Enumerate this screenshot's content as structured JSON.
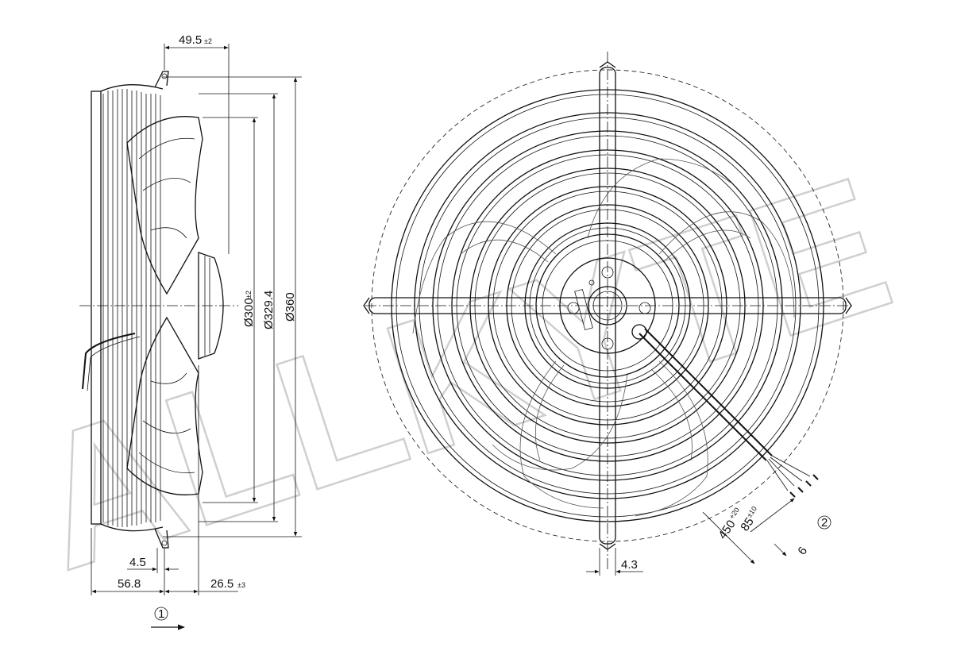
{
  "dimensions": {
    "top_offset": "49.5",
    "top_offset_tol": "±2",
    "dia_300": "Ø300",
    "dia_300_tol": "±2",
    "dia_329": "Ø329.4",
    "dia_360": "Ø360",
    "bottom_45": "4.5",
    "bottom_568": "56.8",
    "bottom_265": "26.5",
    "bottom_265_tol": "±3",
    "front_43": "4.3",
    "cable_450": "450",
    "cable_450_tol": "+20",
    "cable_85": "85",
    "cable_85_tol": "±10",
    "cable_6": "6"
  },
  "markers": {
    "airflow": "1",
    "cable_note": "2"
  },
  "watermark": "ALLKYTE"
}
